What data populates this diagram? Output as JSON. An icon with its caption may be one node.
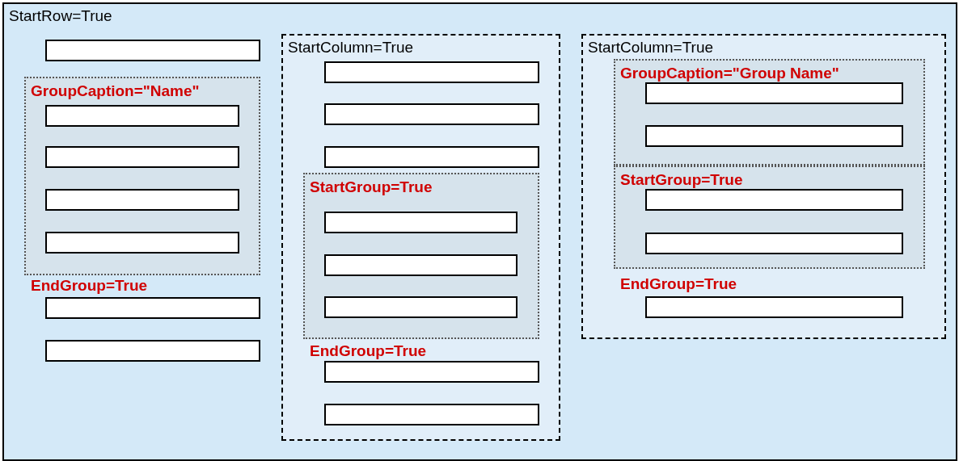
{
  "diagram": {
    "nodes": [
      {
        "text": [
          "StartRow=True"
        ]
      },
      {
        "text": [],
        "shape": "box",
        "in": 0
      },
      {
        "text": [
          "GroupCaption=\"Name\""
        ],
        "in": 0
      },
      {
        "text": [],
        "shape": "box",
        "in": 2
      },
      {
        "text": [],
        "shape": "box",
        "in": 2
      },
      {
        "text": [],
        "shape": "box",
        "in": 2
      },
      {
        "text": [],
        "shape": "box",
        "in": 2
      },
      {
        "text": [],
        "shape": "box",
        "in": 0
      },
      {
        "text": [],
        "shape": "box",
        "in": 0
      },
      {
        "text": [
          "StartColumn=True"
        ],
        "in": 0
      },
      {
        "text": [],
        "shape": "box",
        "in": 9
      },
      {
        "text": [],
        "shape": "box",
        "in": 9
      },
      {
        "text": [],
        "shape": "box",
        "in": 9
      },
      {
        "text": [
          "StartGroup=True"
        ],
        "in": 9
      },
      {
        "text": [],
        "shape": "box",
        "in": 13
      },
      {
        "text": [],
        "shape": "box",
        "in": 13
      },
      {
        "text": [],
        "shape": "box",
        "in": 13
      },
      {
        "text": [],
        "shape": "box",
        "in": 9
      },
      {
        "text": [],
        "shape": "box",
        "in": 9
      },
      {
        "text": [
          "StartColumn=True"
        ],
        "in": 0
      },
      {
        "text": [
          "GroupCaption=\"Group Name\""
        ],
        "in": 19
      },
      {
        "text": [],
        "shape": "box",
        "in": 20
      },
      {
        "text": [],
        "shape": "box",
        "in": 20
      },
      {
        "text": [
          "StartGroup=True"
        ],
        "in": 19
      },
      {
        "text": [],
        "shape": "box",
        "in": 23
      },
      {
        "text": [],
        "shape": "box",
        "in": 23
      },
      {
        "text": [],
        "shape": "box",
        "in": 19
      }
    ],
    "edges": [],
    "labels": [
      "EndGroup=True",
      "EndGroup=True",
      "EndGroup=True"
    ]
  }
}
